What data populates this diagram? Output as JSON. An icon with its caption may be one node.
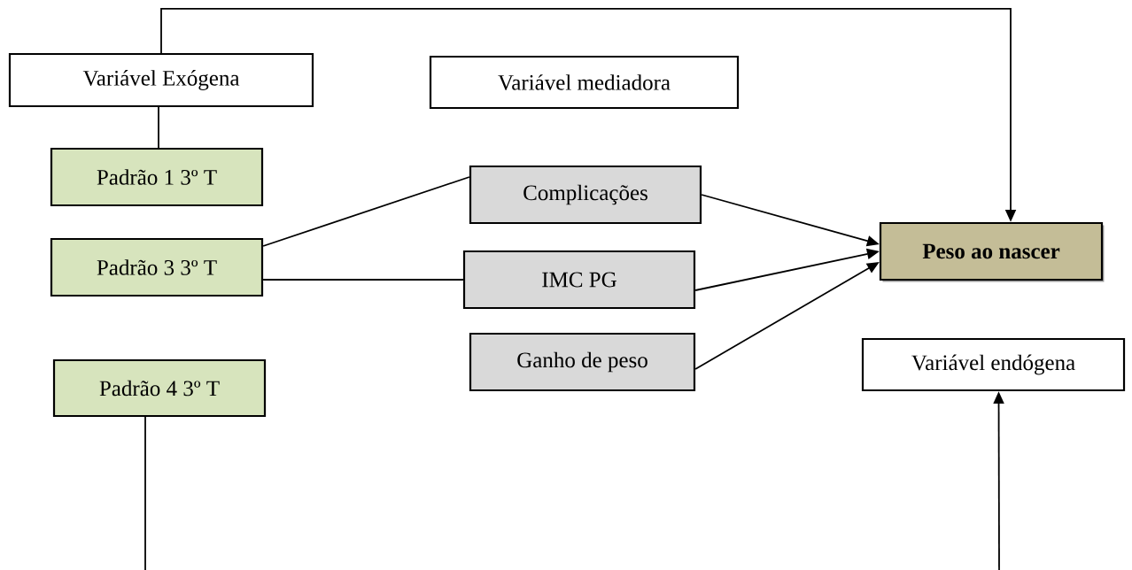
{
  "diagram": {
    "nodes": [
      {
        "text": [
          "Variável Exógena"
        ]
      },
      {
        "text": [
          "Variável mediadora"
        ]
      },
      {
        "text": [
          "Padrão 1 3º T"
        ]
      },
      {
        "text": [
          "Padrão 3 3º T"
        ]
      },
      {
        "text": [
          "Padrão 4 3º T"
        ]
      },
      {
        "text": [
          "Complicações"
        ]
      },
      {
        "text": [
          "IMC PG"
        ]
      },
      {
        "text": [
          "Ganho de peso"
        ]
      },
      {
        "text": [
          "Peso ao nascer"
        ]
      },
      {
        "text": [
          "Variável endógena"
        ]
      }
    ],
    "edges": [
      {
        "from": 0,
        "to": 8,
        "arrow": "to"
      },
      {
        "from": 0,
        "to": 2,
        "arrow": "none"
      },
      {
        "from": 3,
        "to": 5,
        "arrow": "none"
      },
      {
        "from": 3,
        "to": 6,
        "arrow": "none"
      },
      {
        "from": 5,
        "to": 8,
        "arrow": "to"
      },
      {
        "from": 6,
        "to": 8,
        "arrow": "to"
      },
      {
        "from": 7,
        "to": 8,
        "arrow": "to"
      },
      {
        "from": 4,
        "to": null,
        "arrow": "none"
      },
      {
        "from": null,
        "to": 9,
        "arrow": "to"
      }
    ]
  }
}
